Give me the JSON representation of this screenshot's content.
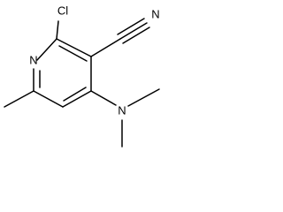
{
  "molecule": {
    "atoms": {
      "chlorine": "Cl",
      "ring_nitrogen": "N",
      "nitrile_nitrogen": "N",
      "amine_nitrogen": "N"
    }
  }
}
